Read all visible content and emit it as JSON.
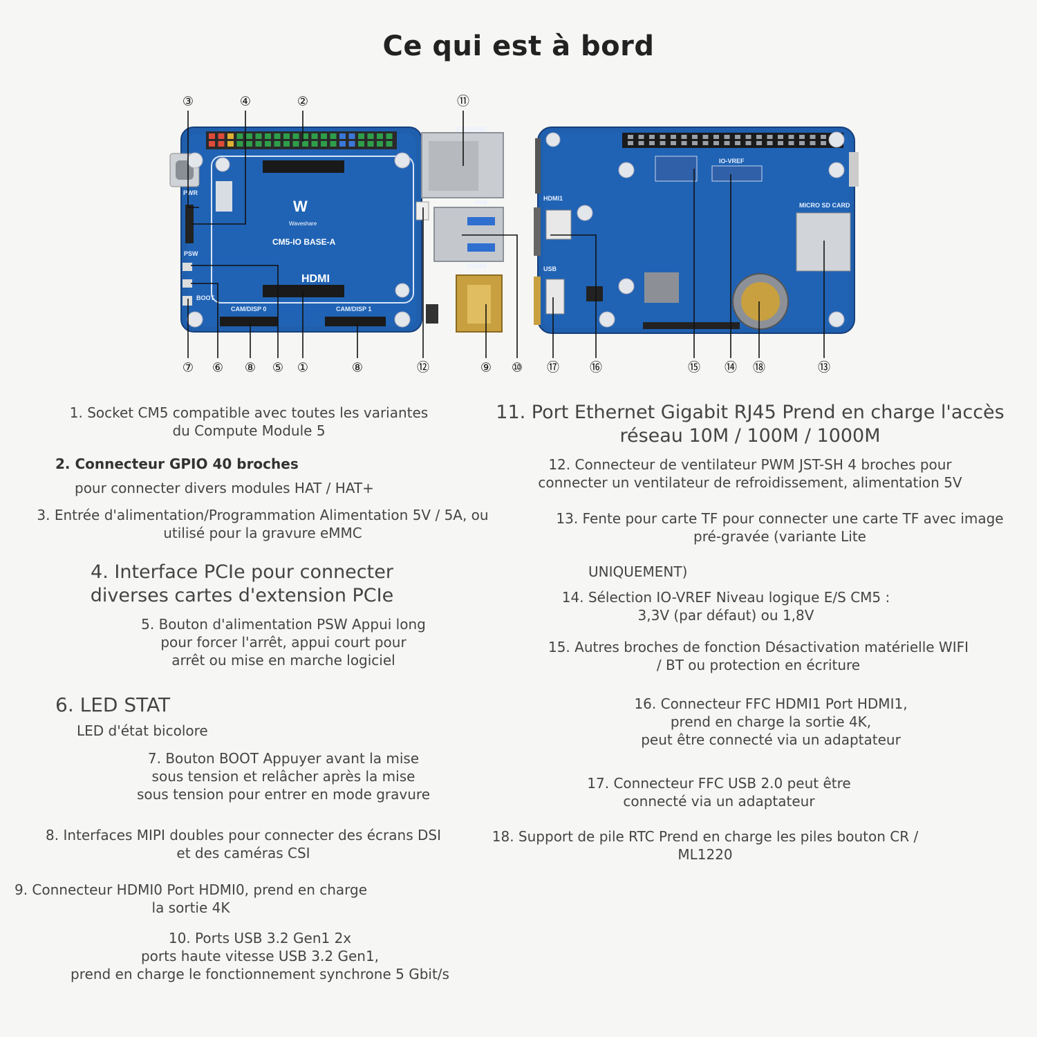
{
  "title": "Ce qui est à bord",
  "board_labels": {
    "pwr": "PWR",
    "model": "CM5-IO BASE-A",
    "brand": "Waveshare",
    "hdmi": "HDMI",
    "cam0": "CAM/DISP 0",
    "cam1": "CAM/DISP 1",
    "usb": "USB",
    "ethernet": "ETHERNET",
    "hdmi0": "HDMI0",
    "hdmi1": "HDMI1",
    "usb_back": "USB",
    "micro_sd": "MICRO SD CARD",
    "io_vref": "IO-VREF",
    "psw": "PSW",
    "boot": "BOOT"
  },
  "callouts": [
    "③",
    "④",
    "②",
    "⑪",
    "⑦",
    "⑥",
    "⑧",
    "⑤",
    "①",
    "⑧",
    "⑫",
    "⑨",
    "⑩",
    "⑰",
    "⑯",
    "⑮",
    "⑭",
    "⑱",
    "⑬"
  ],
  "descriptions": {
    "d1": [
      "1. Socket CM5 compatible avec toutes les variantes",
      "du Compute Module 5"
    ],
    "d2a": "2. Connecteur GPIO 40 broches",
    "d2b": "pour connecter divers modules HAT / HAT+",
    "d3": [
      "3. Entrée d'alimentation/Programmation Alimentation 5V / 5A, ou",
      "utilisé pour la gravure eMMC"
    ],
    "d4": [
      "4. Interface PCIe pour connecter",
      "diverses cartes d'extension PCIe"
    ],
    "d5": [
      "5. Bouton d'alimentation PSW Appui long",
      "pour forcer l'arrêt, appui court pour",
      "arrêt ou mise en marche logiciel"
    ],
    "d6a": "6. LED STAT",
    "d6b": "LED d'état bicolore",
    "d7": [
      "7. Bouton BOOT Appuyer avant la mise",
      "sous tension et relâcher après la mise",
      "sous tension pour entrer en mode gravure"
    ],
    "d8": [
      "8. Interfaces MIPI doubles pour connecter des écrans DSI",
      "et des caméras CSI"
    ],
    "d9": [
      "9. Connecteur HDMI0 Port HDMI0, prend en charge",
      "la sortie 4K"
    ],
    "d10": [
      "10. Ports USB 3.2 Gen1 2x",
      "ports haute vitesse USB 3.2 Gen1,",
      "prend en charge le fonctionnement synchrone 5 Gbit/s"
    ],
    "d11": [
      "11. Port Ethernet Gigabit RJ45 Prend en charge l'accès",
      "réseau 10M / 100M / 1000M"
    ],
    "d12": [
      "12. Connecteur de ventilateur PWM JST-SH 4 broches pour",
      "connecter un ventilateur de refroidissement, alimentation 5V"
    ],
    "d13": [
      "13. Fente pour carte TF pour connecter une carte TF avec image",
      "pré-gravée (variante Lite"
    ],
    "d13b": "UNIQUEMENT)",
    "d14": [
      "14. Sélection IO-VREF Niveau logique E/S CM5 :",
      "3,3V (par défaut) ou 1,8V"
    ],
    "d15": [
      "15. Autres broches de fonction Désactivation matérielle WIFI",
      "/ BT ou protection en écriture"
    ],
    "d16": [
      "16. Connecteur FFC HDMI1 Port HDMI1,",
      "prend en charge la sortie 4K,",
      "peut être connecté via un adaptateur"
    ],
    "d17": [
      "17. Connecteur FFC USB 2.0 peut être",
      "connecté via un adaptateur"
    ],
    "d18": [
      "18. Support de pile RTC Prend en charge les piles bouton CR /",
      "ML1220"
    ]
  }
}
